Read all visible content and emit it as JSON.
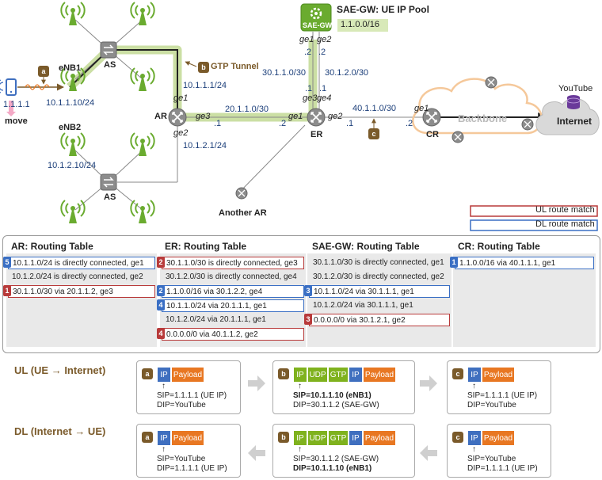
{
  "topology": {
    "ue_ip": "1.1.1.1",
    "move_label": "move",
    "enb1_label": "eNB1",
    "enb1_ip": "10.1.1.10/24",
    "enb2_label": "eNB2",
    "enb2_ip": "10.1.2.10/24",
    "as_label_top": "AS",
    "as_label_bottom": "AS",
    "ar_label": "AR",
    "er_label": "ER",
    "cr_label": "CR",
    "another_ar": "Another AR",
    "sae_gw_box": "SAE-GW",
    "sae_gw_title": "SAE-GW: UE IP Pool",
    "ue_ip_pool": "1.1.0.0/16",
    "gtp_tunnel": "GTP Tunnel",
    "net_ar_ge1": "10.1.1.1/24",
    "net_ar_ge2": "10.1.2.1/24",
    "net_ar_er": "20.1.1.0/30",
    "net_er_sgw1": "30.1.1.0/30",
    "net_er_sgw2": "30.1.2.0/30",
    "net_er_cr": "40.1.1.0/30",
    "if_ge1": "ge1",
    "if_ge2": "ge2",
    "if_ge3": "ge3",
    "if_ge4": "ge4",
    "dot1": ".1",
    "dot2": ".2",
    "backbone": "Backbone",
    "internet": "Internet",
    "youtube": "YouTube",
    "legend_ul": "UL route match",
    "legend_dl": "DL route match",
    "tag_a": "a",
    "tag_b": "b",
    "tag_c": "c"
  },
  "tables": {
    "ar": {
      "title": "AR: Routing Table",
      "rows": [
        {
          "text": "10.1.1.0/24 is directly connected, ge1",
          "mark": "dl",
          "num": "5"
        },
        {
          "text": "10.1.2.0/24 is directly connected, ge2",
          "mark": "",
          "num": ""
        },
        {
          "text": "30.1.1.0/30 via 20.1.1.2, ge3",
          "mark": "ul",
          "num": "1"
        }
      ]
    },
    "er": {
      "title": "ER: Routing Table",
      "rows": [
        {
          "text": "30.1.1.0/30 is directly connected, ge3",
          "mark": "ul",
          "num": "2"
        },
        {
          "text": "30.1.2.0/30 is directly connected, ge4",
          "mark": "",
          "num": ""
        },
        {
          "text": "1.1.0.0/16 via 30.1.2.2, ge4",
          "mark": "dl",
          "num": "2"
        },
        {
          "text": "10.1.1.0/24 via 20.1.1.1, ge1",
          "mark": "dl",
          "num": "4"
        },
        {
          "text": "10.1.2.0/24 via 20.1.1.1, ge1",
          "mark": "",
          "num": ""
        },
        {
          "text": "0.0.0.0/0 via 40.1.1.2, ge2",
          "mark": "ul",
          "num": "4"
        }
      ]
    },
    "sgw": {
      "title": "SAE-GW: Routing Table",
      "rows": [
        {
          "text": "30.1.1.0/30 is directly connected, ge1",
          "mark": "",
          "num": ""
        },
        {
          "text": "30.1.2.0/30 is directly connected, ge2",
          "mark": "",
          "num": ""
        },
        {
          "text": "10.1.1.0/24 via 30.1.1.1, ge1",
          "mark": "dl",
          "num": "3"
        },
        {
          "text": "10.1.2.0/24 via 30.1.1.1, ge1",
          "mark": "",
          "num": ""
        },
        {
          "text": "0.0.0.0/0 via 30.1.2.1, ge2",
          "mark": "ul",
          "num": "3"
        }
      ]
    },
    "cr": {
      "title": "CR: Routing Table",
      "rows": [
        {
          "text": "1.1.0.0/16 via 40.1.1.1, ge1",
          "mark": "dl",
          "num": "1"
        }
      ]
    }
  },
  "packets": {
    "ul_title": "UL (UE → Internet)",
    "dl_title": "DL (Internet → UE)",
    "ip": "IP",
    "payload": "Payload",
    "udp": "UDP",
    "gtp": "GTP",
    "ul_a_sip": "SIP=1.1.1.1 (UE IP)",
    "ul_a_dip": "DIP=YouTube",
    "ul_b_sip": "SIP=10.1.1.10 (eNB1)",
    "ul_b_dip": "DIP=30.1.1.2 (SAE-GW)",
    "ul_c_sip": "SIP=1.1.1.1 (UE IP)",
    "ul_c_dip": "DIP=YouTube",
    "dl_a_sip": "SIP=YouTube",
    "dl_a_dip": "DIP=1.1.1.1 (UE IP)",
    "dl_b_sip": "SIP=30.1.1.2 (SAE-GW)",
    "dl_b_dip": "DIP=10.1.1.10 (eNB1)",
    "dl_c_sip": "SIP=YouTube",
    "dl_c_dip": "DIP=1.1.1.1 (UE IP)"
  },
  "colors": {
    "tunnel": "#c5dc9a",
    "ul_route": "#b83a3a",
    "dl_route": "#3a6fc4",
    "ip_header": "#3f6fbf",
    "payload": "#e87722",
    "gtp_udp": "#7fb21e",
    "router": "#8c8c8c",
    "antenna": "#6aab2f",
    "sae_gw": "#6aab2f",
    "tag": "#7a5a2a"
  },
  "icons": [
    "antenna-icon",
    "switch-icon",
    "router-icon",
    "gear-icon",
    "phone-icon",
    "cloud-icon",
    "database-icon"
  ]
}
